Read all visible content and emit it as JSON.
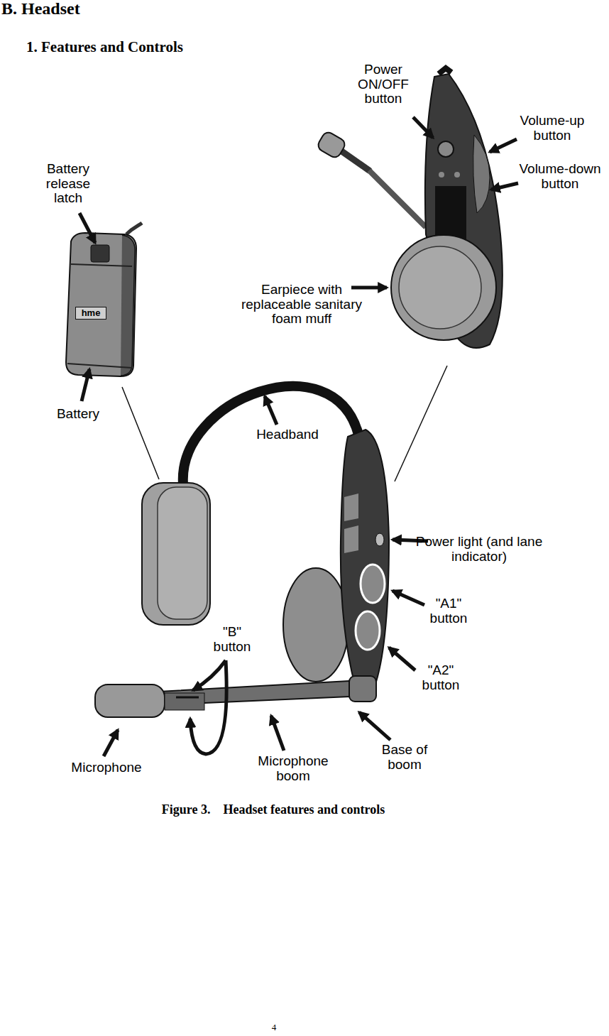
{
  "diagram": {
    "title": "B. Headset",
    "caption": "Figure 3.    Headset features and controls",
    "labels": [
      "1. Features and Controls",
      "Power ON/OFF button",
      "Volume-up button",
      "Volume-down button",
      "Battery release latch",
      "Earpiece with replaceable sanitary foam muff",
      "Battery",
      "Headband",
      "Power light (and lane indicator)",
      "\"A1\" button",
      "\"B\" button",
      "\"A2\" button",
      "Microphone",
      "Microphone boom",
      "Base of boom",
      "4",
      "hme"
    ]
  }
}
